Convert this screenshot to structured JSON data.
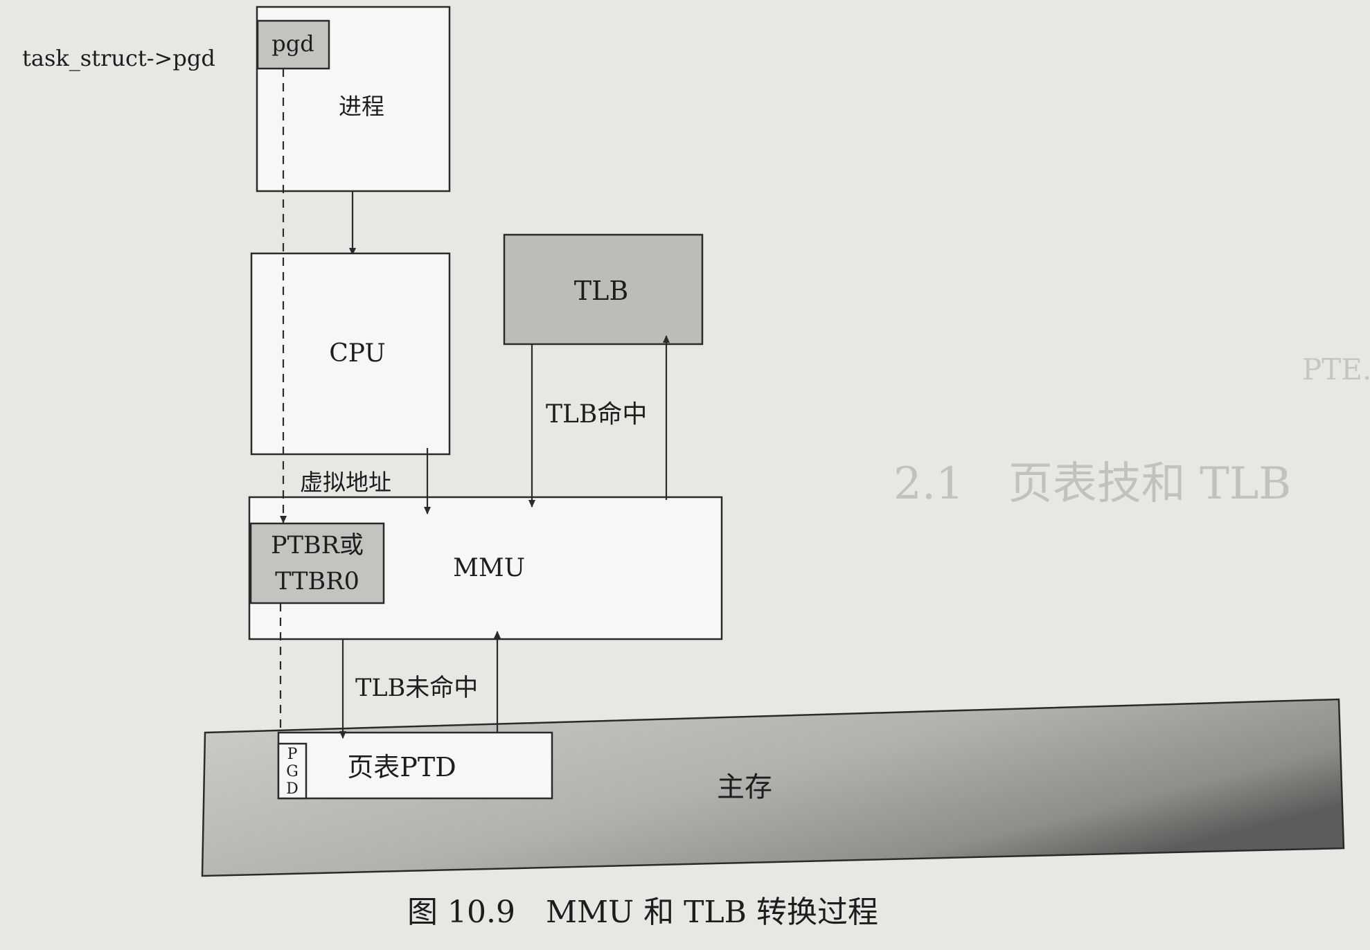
{
  "diagram": {
    "pointer_label": "task_struct->pgd",
    "process": {
      "pgd": "pgd",
      "label": "进程"
    },
    "cpu": "CPU",
    "tlb": "TLB",
    "mmu": {
      "label": "MMU",
      "register_line1": "PTBR或",
      "register_line2": "TTBR0"
    },
    "edge_virtual_address": "虚拟地址",
    "edge_tlb_hit": "TLB命中",
    "edge_tlb_miss": "TLB未命中",
    "page_table": {
      "pgd_letters": [
        "P",
        "G",
        "D"
      ],
      "label": "页表PTD"
    },
    "main_memory": "主存",
    "caption": "图 10.9　MMU 和 TLB 转换过程"
  },
  "background_text": {
    "heading": "2.1　页表技和 TLB",
    "pte": "PTE."
  }
}
